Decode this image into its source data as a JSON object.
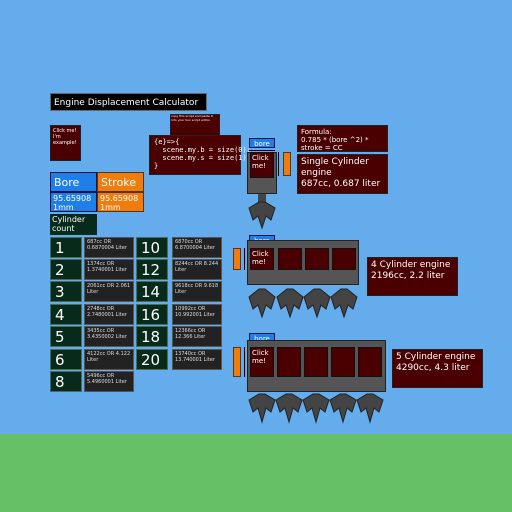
{
  "title": "Engine Displacement Calculator",
  "note": "Click me! I'm example!",
  "tiny_code": "copy this script and paste it into your box script editor.",
  "code": "{e}=>{\n  scene.my.b = size(0);\n  scene.my.s = size(1)\n}",
  "formula": "Formula:\n0.785 * (bore ^2) * stroke = CC",
  "bore": {
    "label": "Bore",
    "value": "95.65908 1mm"
  },
  "stroke": {
    "label": "Stroke",
    "value": "95.65908 1mm"
  },
  "cylinder_count_label": "Cylinder count",
  "cylinder_buttons": [
    {
      "n": "1",
      "info": "687cc OR 0.6870004 Liter"
    },
    {
      "n": "2",
      "info": "1374cc OR 1.3740001 Liter"
    },
    {
      "n": "3",
      "info": "2061cc OR 2.061 Liter"
    },
    {
      "n": "4",
      "info": "2748cc OR 2.7480001 Liter"
    },
    {
      "n": "5",
      "info": "3435cc OR 3.4350002 Liter"
    },
    {
      "n": "6",
      "info": "4122cc OR 4.122 Liter"
    },
    {
      "n": "8",
      "info": "5496cc OR 5.4960001 Liter"
    },
    {
      "n": "10",
      "info": "6870cc OR 6.8700004 Liter"
    },
    {
      "n": "12",
      "info": "8244cc OR 8.244 Liter"
    },
    {
      "n": "14",
      "info": "9618cc OR 9.618 Liter"
    },
    {
      "n": "16",
      "info": "10992cc OR 10.992001 Liter"
    },
    {
      "n": "18",
      "info": "12366cc OR 12.366 Liter"
    },
    {
      "n": "20",
      "info": "13740cc OR 13.740001 Liter"
    }
  ],
  "engines": {
    "bore_tag": "bore",
    "click_label": "Click me!",
    "single": "Single Cylinder engine\n687cc, 0.687 liter",
    "four": "4 Cylinder engine\n2196cc, 2.2 liter",
    "five": "5 Cylinder engine\n4290cc, 4.3 liter"
  }
}
